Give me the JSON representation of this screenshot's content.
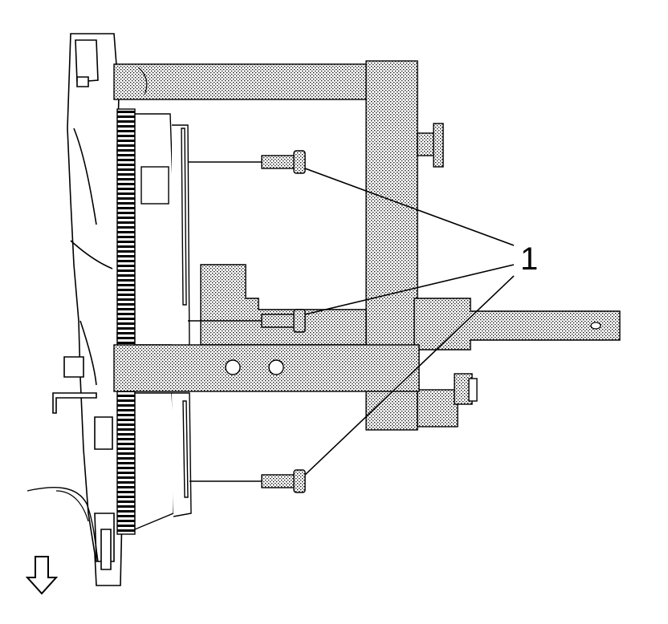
{
  "diagram": {
    "callouts": [
      {
        "label": "1"
      }
    ],
    "parts": [
      {
        "name": "bellhousing-housing"
      },
      {
        "name": "flywheel-ring-gear"
      },
      {
        "name": "clutch-pressure-plate"
      },
      {
        "name": "alignment-fixture-frame"
      },
      {
        "name": "horizontal-support-bar"
      },
      {
        "name": "bolts"
      },
      {
        "name": "direction-arrow-icon"
      }
    ],
    "colors": {
      "line": "#000000",
      "stipple": "#8a8a8a",
      "background": "#ffffff"
    }
  }
}
